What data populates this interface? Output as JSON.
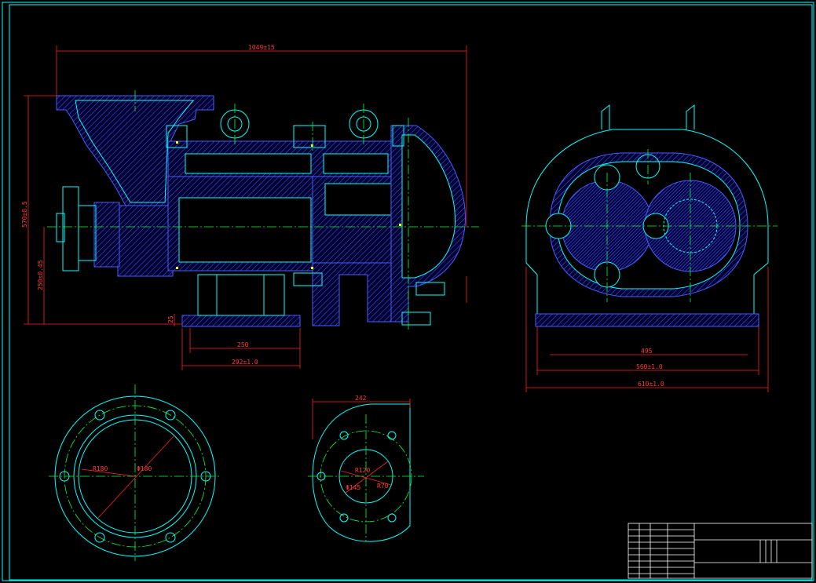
{
  "dimensions": {
    "overall_length": "1049±15",
    "overall_height": "570±0.5",
    "shaft_height": "250±0.45",
    "base_thickness": "25",
    "base_width_inner": "250",
    "base_width_outer": "292±1.0",
    "front_bolt_span": "495",
    "front_base_width": "560±1.0",
    "front_overall_width": "610±1.0",
    "flange_radius": "R180",
    "flange_diameter": "Φ180",
    "cover_width": "242",
    "cover_radius": "R120",
    "cover_bolt_radius": "R70",
    "cover_diameter": "Φ145"
  },
  "colors": {
    "background": "#000000",
    "outline": "#00ffff",
    "section": "#4a5dff",
    "center": "#00ff3c",
    "dimension": "#ff2020",
    "accent": "#ffff00",
    "frame": "#ffffff"
  }
}
